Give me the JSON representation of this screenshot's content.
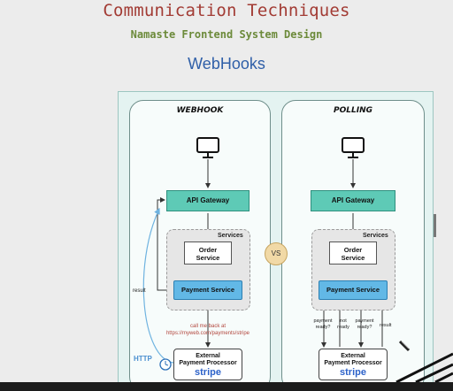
{
  "header": {
    "title": "Communication Techniques",
    "subtitle": "Namaste Frontend System Design",
    "heading": "WebHooks"
  },
  "webhook": {
    "title": "WEBHOOK",
    "api_gateway": "API Gateway",
    "services_label": "Services",
    "order_service": [
      "Order",
      "Service"
    ],
    "payment_service": "Payment Service",
    "result_label": "result",
    "callback_note": [
      "call me back at",
      "https://myweb.com/payments/stripe"
    ],
    "http_label": "HTTP",
    "external": [
      "External",
      "Payment Processor"
    ],
    "brand": "stripe"
  },
  "vs_label": "VS",
  "polling": {
    "title": "POLLING",
    "api_gateway": "API Gateway",
    "services_label": "Services",
    "order_service": [
      "Order",
      "Service"
    ],
    "payment_service": "Payment Service",
    "poll_labels": [
      [
        "payment",
        "ready?"
      ],
      [
        "not",
        "ready"
      ],
      [
        "payment",
        "ready?"
      ]
    ],
    "result_label": "result",
    "external": [
      "External",
      "Payment Processor"
    ],
    "brand": "stripe"
  },
  "colors": {
    "title": "#a23b34",
    "subtitle": "#6c8a3a",
    "heading": "#2f5fa8",
    "api_gateway": "#5ecab6",
    "payment_service": "#62b8e6",
    "stripe": "#2d62c9"
  },
  "icons": [
    "monitor-icon",
    "clock-icon"
  ]
}
